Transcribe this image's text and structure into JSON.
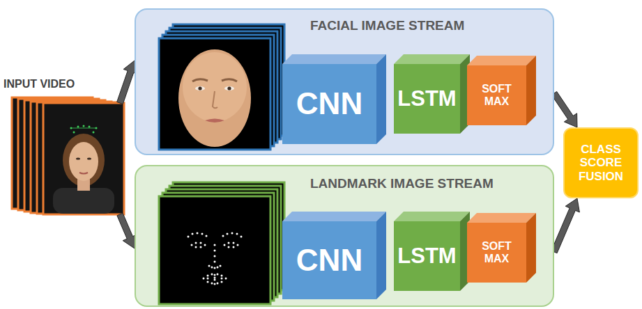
{
  "diagram": {
    "nodes": [
      {
        "text": [
          "INPUT VIDEO"
        ]
      },
      {
        "text": [
          "FACIAL IMAGE STREAM"
        ]
      },
      {
        "text": [
          "CNN"
        ],
        "in": 1
      },
      {
        "text": [
          "LSTM"
        ],
        "in": 1
      },
      {
        "text": [
          "SOFT MAX"
        ],
        "in": 1
      },
      {
        "text": [
          "LANDMARK IMAGE STREAM"
        ]
      },
      {
        "text": [
          "CNN"
        ],
        "in": 5
      },
      {
        "text": [
          "LSTM"
        ],
        "in": 5
      },
      {
        "text": [
          "SOFT MAX"
        ],
        "in": 5
      },
      {
        "text": [
          "CLASS SCORE FUSION"
        ]
      }
    ],
    "edges": [
      {
        "from": 0,
        "to": 1,
        "arrow": "to"
      },
      {
        "from": 0,
        "to": 5,
        "arrow": "to"
      },
      {
        "from": 1,
        "to": 9,
        "arrow": "to"
      },
      {
        "from": 5,
        "to": 9,
        "arrow": "to"
      }
    ]
  }
}
